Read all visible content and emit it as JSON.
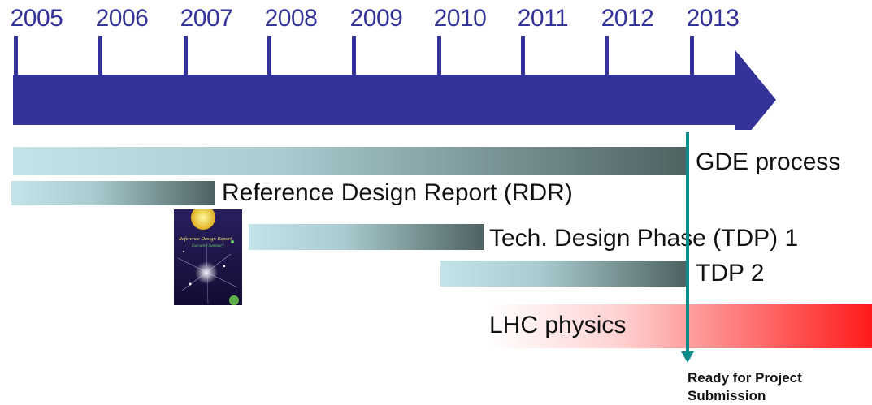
{
  "timeline": {
    "years": [
      "2005",
      "2006",
      "2007",
      "2008",
      "2009",
      "2010",
      "2011",
      "2012",
      "2013"
    ],
    "arrow_color": "#333399"
  },
  "bars": {
    "gde": {
      "label": "GDE process",
      "color_start": "#c3e4e8",
      "color_end": "#4f6262"
    },
    "rdr": {
      "label": "Reference Design Report (RDR)",
      "color_start": "#c3e4e8",
      "color_end": "#4f6262"
    },
    "tdp1": {
      "label": "Tech. Design Phase (TDP) 1",
      "color_start": "#c3e4e8",
      "color_end": "#4f6262"
    },
    "tdp2": {
      "label": "TDP 2",
      "color_start": "#c3e4e8",
      "color_end": "#4f6262"
    },
    "lhc": {
      "label": "LHC physics",
      "color_start": "#ffffff",
      "color_end": "#ff1a1a"
    }
  },
  "milestone": {
    "label": "Ready for Project Submission",
    "color": "#0e8c8c"
  },
  "rdr_cover": {
    "title_line1": "Reference Design Report",
    "title_line2": "Executive Summary"
  }
}
